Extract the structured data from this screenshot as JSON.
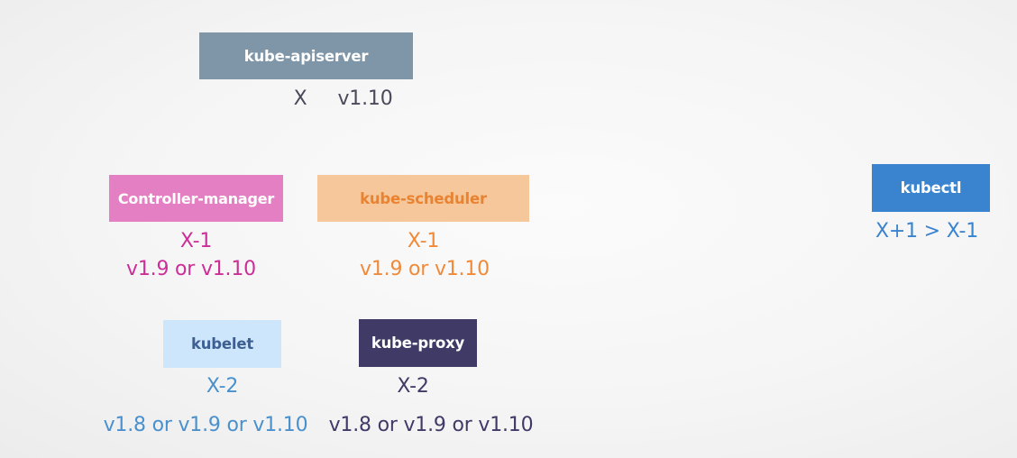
{
  "components": {
    "apiserver": {
      "label": "kube-apiserver",
      "version_var": "X",
      "version": "v1.10"
    },
    "controller_manager": {
      "label": "Controller-manager",
      "version_var": "X-1",
      "versions": "v1.9 or v1.10"
    },
    "scheduler": {
      "label": "kube-scheduler",
      "version_var": "X-1",
      "versions": "v1.9 or v1.10"
    },
    "kubectl": {
      "label": "kubectl",
      "version_range": "X+1 > X-1"
    },
    "kubelet": {
      "label": "kubelet",
      "version_var": "X-2",
      "versions": "v1.8 or v1.9 or v1.10"
    },
    "proxy": {
      "label": "kube-proxy",
      "version_var": "X-2",
      "versions": "v1.8 or v1.9 or v1.10"
    }
  },
  "colors": {
    "apiserver_bg": "#7e96a8",
    "controller_manager_bg": "#e57fc3",
    "controller_manager_text": "#cc2e98",
    "scheduler_bg": "#f5c79a",
    "scheduler_text": "#ef8a3a",
    "kubectl_bg": "#3a84cf",
    "kubelet_bg": "#cde6fb",
    "kubelet_text": "#4a90cc",
    "proxy_bg": "#403a66"
  }
}
